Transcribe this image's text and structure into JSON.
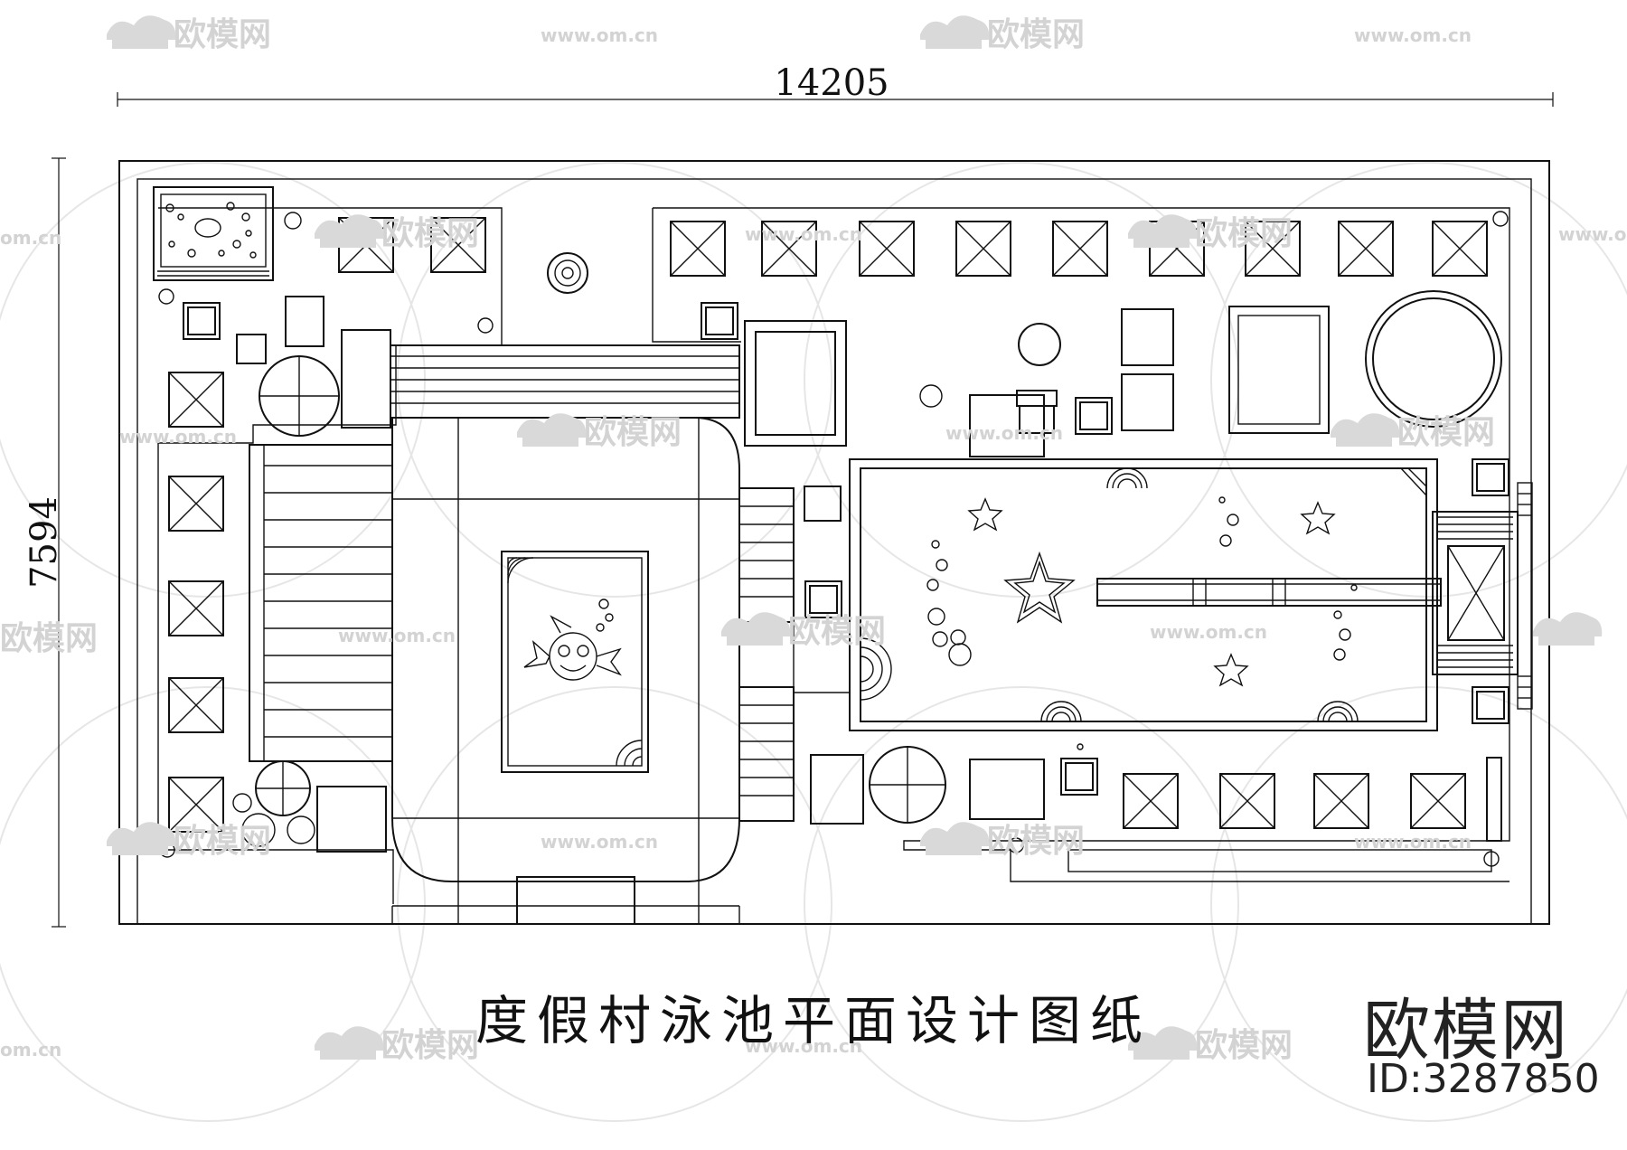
{
  "drawing": {
    "title": "度假村泳池平面设计图纸",
    "width_dimension": "14205",
    "height_dimension": "7594"
  },
  "watermark": {
    "brand": "欧模网",
    "url": "www.om.cn",
    "url_short": "om.cn",
    "id_label": "ID:3287850"
  },
  "colors": {
    "line": "#111111",
    "watermark": "#d3d3d3"
  }
}
